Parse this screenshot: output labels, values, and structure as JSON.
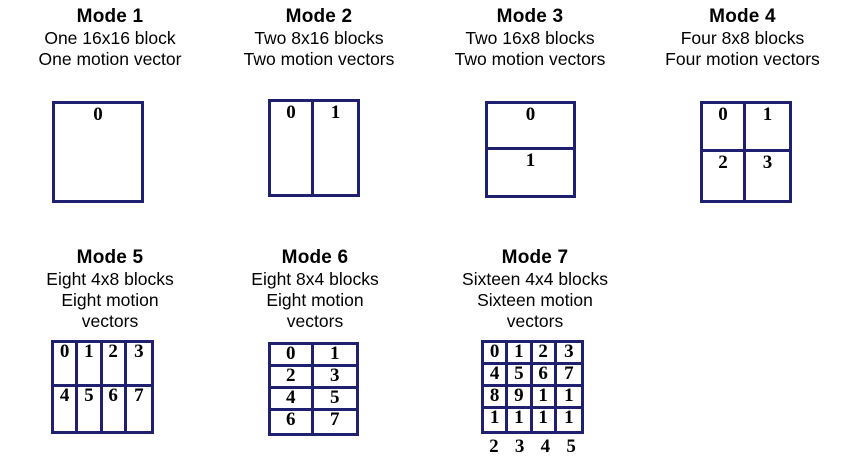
{
  "figure": {
    "border_color": "#202070",
    "background": "#ffffff"
  },
  "modes": [
    {
      "title": "Mode 1",
      "desc_line1": "One 16x16 block",
      "desc_line2": "One motion vector",
      "cols": 1,
      "rows": 1,
      "labels": [
        "0"
      ]
    },
    {
      "title": "Mode 2",
      "desc_line1": "Two 8x16 blocks",
      "desc_line2": "Two motion vectors",
      "cols": 2,
      "rows": 1,
      "labels": [
        "0",
        "1"
      ]
    },
    {
      "title": "Mode 3",
      "desc_line1": "Two 16x8 blocks",
      "desc_line2": "Two motion vectors",
      "cols": 1,
      "rows": 2,
      "labels": [
        "0",
        "1"
      ]
    },
    {
      "title": "Mode 4",
      "desc_line1": "Four 8x8 blocks",
      "desc_line2": "Four motion vectors",
      "cols": 2,
      "rows": 2,
      "labels": [
        "0",
        "1",
        "2",
        "3"
      ]
    },
    {
      "title": "Mode 5",
      "desc_line1": "Eight 4x8 blocks",
      "desc_line2": "Eight motion vectors",
      "cols": 4,
      "rows": 2,
      "labels": [
        "0",
        "1",
        "2",
        "3",
        "4",
        "5",
        "6",
        "7"
      ]
    },
    {
      "title": "Mode 6",
      "desc_line1": "Eight 8x4 blocks",
      "desc_line2": "Eight motion vectors",
      "cols": 2,
      "rows": 4,
      "labels": [
        "0",
        "1",
        "2",
        "3",
        "4",
        "5",
        "6",
        "7"
      ]
    },
    {
      "title": "Mode 7",
      "desc_line1": "Sixteen 4x4 blocks",
      "desc_line2": "Sixteen motion vectors",
      "cols": 4,
      "rows": 4,
      "labels": [
        "0",
        "1",
        "2",
        "3",
        "4",
        "5",
        "6",
        "7",
        "8",
        "9",
        "1",
        "1",
        "1",
        "1",
        "1",
        "1"
      ],
      "overflow_labels": [
        "2",
        "3",
        "4",
        "5"
      ],
      "note": "labels 10-15 are clipped by the cells; their second digits spill below the grid"
    }
  ]
}
